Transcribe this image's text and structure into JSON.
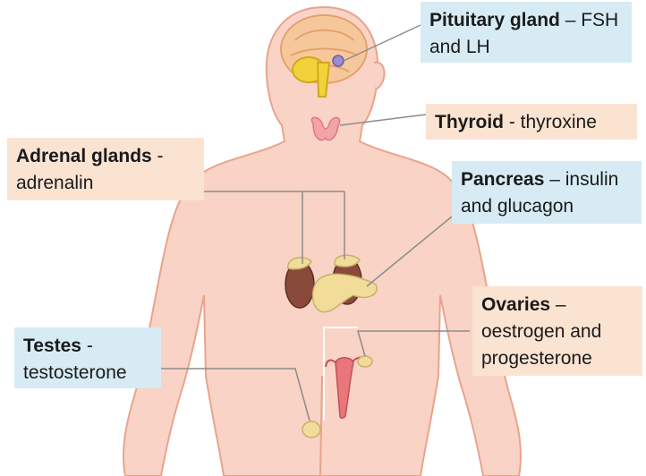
{
  "labels": {
    "pituitary": {
      "name": "Pituitary gland",
      "hormones_line1": " – FSH",
      "hormones_line2": "and LH"
    },
    "thyroid": {
      "name": "Thyroid",
      "hormones": " - thyroxine"
    },
    "adrenal": {
      "name": "Adrenal glands",
      "hormones_line1": " -",
      "hormones_line2": "adrenalin"
    },
    "pancreas": {
      "name": "Pancreas",
      "hormones_line1": " – insulin",
      "hormones_line2": "and glucagon"
    },
    "ovaries": {
      "name": "Ovaries",
      "hormones_line1": " –",
      "hormones_line2": "oestrogen and",
      "hormones_line3": "progesterone"
    },
    "testes": {
      "name": "Testes",
      "hormones_line1": " -",
      "hormones_line2": "testosterone"
    }
  },
  "colors": {
    "skin": "#f9d3c5",
    "skin_outline": "#e8a48d",
    "label_blue": "#d7ebf4",
    "label_peach": "#fbe3d2",
    "leader_line": "#8c8c8c",
    "kidney": "#8a4a3a",
    "gland_yellow": "#f2dc9a"
  }
}
